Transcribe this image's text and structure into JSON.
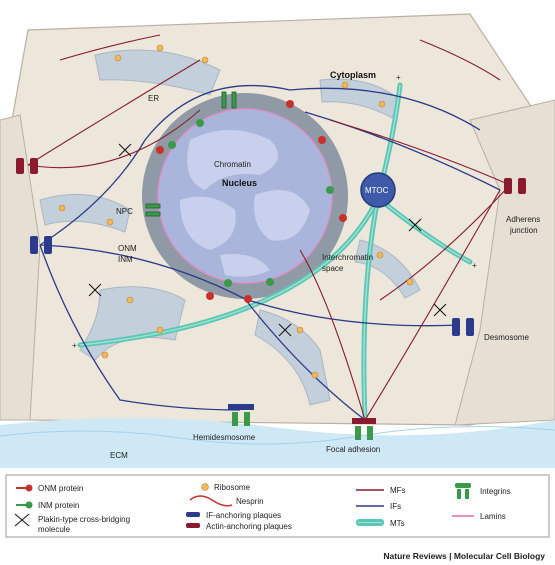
{
  "labels": {
    "cytoplasm": "Cytoplasm",
    "er": "ER",
    "chromatin": "Chromatin",
    "nucleus": "Nucleus",
    "npc": "NPC",
    "onm": "ONM",
    "inm": "INM",
    "mtoc": "MTOC",
    "interchromatin": "Interchromatin",
    "interchromatin2": "space",
    "adherens1": "Adherens",
    "adherens2": "junction",
    "desmosome": "Desmosome",
    "hemidesmosome": "Hemidesmosome",
    "focal_adhesion": "Focal adhesion",
    "ecm": "ECM",
    "plus": "+"
  },
  "legend": {
    "onm_protein": "ONM protein",
    "inm_protein": "INM protein",
    "plakin": "Plakin-type cross-bridging",
    "plakin2": "molecule",
    "ribosome": "Ribosome",
    "nesprin": "Nesprin",
    "if_plaques": "IF-anchoring plaques",
    "actin_plaques": "Actin-anchoring plaques",
    "mfs": "MFs",
    "ifs": "IFs",
    "mts": "MTs",
    "integrins": "Integrins",
    "lamins": "Lamins"
  },
  "credit": {
    "journal": "Nature Reviews",
    "separator": " | ",
    "section": "Molecular Cell Biology"
  },
  "colors": {
    "cell_bg": "#ede6da",
    "er": "#c3cfdb",
    "nucleus_env": "#8f9aa6",
    "nucleus_inner": "#aab5dc",
    "chromatin": "#c9d0ee",
    "onm_red": "#c9302a",
    "inm_green": "#3a9a4a",
    "mf": "#8b1a2e",
    "if": "#2b3a8a",
    "mt": "#5cc6b4",
    "ribosome": "#f0b85a",
    "ecm": "#bfe0f2",
    "lamin": "#e08fc8"
  }
}
